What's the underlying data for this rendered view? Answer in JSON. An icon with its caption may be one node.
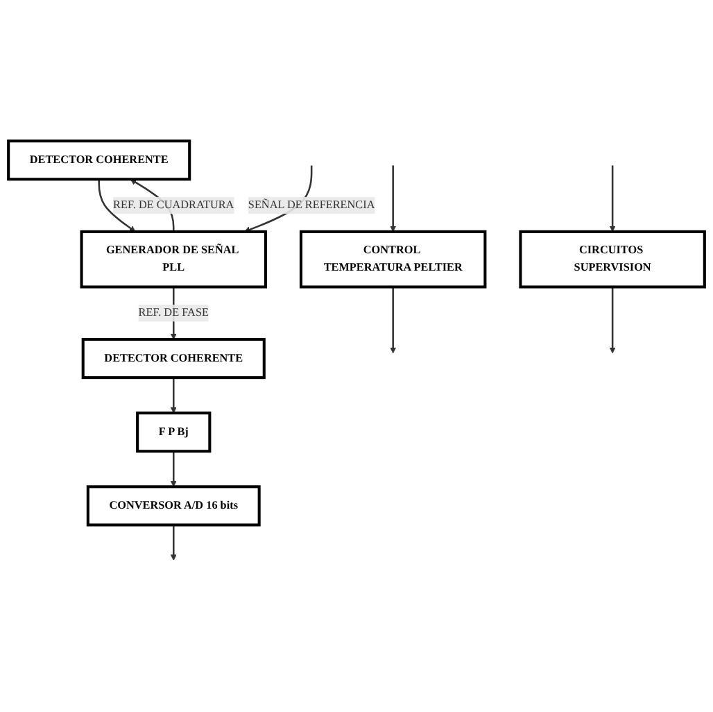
{
  "diagram": {
    "nodes": [
      {
        "text": [
          "DETECTOR COHERENTE"
        ]
      },
      {
        "text": [
          "DETECTOR COHERENTE"
        ]
      },
      {
        "text": [
          "GENERADOR DE SEÑAL PLL"
        ]
      },
      {
        "text": [
          "F P Bj"
        ]
      },
      {
        "text": [
          "CONVERSOR A/D 16 bits"
        ]
      },
      {
        "text": [
          "CONTROL TEMPERATURA PELTIER"
        ]
      },
      {
        "text": [
          "CIRCUITOS SUPERVISION"
        ]
      }
    ],
    "edges": [
      {
        "from": 2,
        "to": 0,
        "arrow": "to",
        "label": "REF. DE CUADRATURA"
      },
      {
        "from": 2,
        "to": 1,
        "arrow": "to",
        "label": "REF. DE FASE"
      },
      {
        "from": 0,
        "to": 2,
        "arrow": "to"
      },
      {
        "from": 1,
        "to": 3,
        "arrow": "to"
      },
      {
        "from": 3,
        "to": 4,
        "arrow": "to"
      },
      {
        "from": 4,
        "to": null,
        "arrow": "to"
      },
      {
        "from": null,
        "to": 2,
        "arrow": "to",
        "label": "SEÑAL DE REFERENCIA"
      },
      {
        "from": null,
        "to": 5,
        "arrow": "to"
      },
      {
        "from": 5,
        "to": null,
        "arrow": "to"
      },
      {
        "from": null,
        "to": 6,
        "arrow": "to"
      },
      {
        "from": 6,
        "to": null,
        "arrow": "to"
      }
    ]
  }
}
